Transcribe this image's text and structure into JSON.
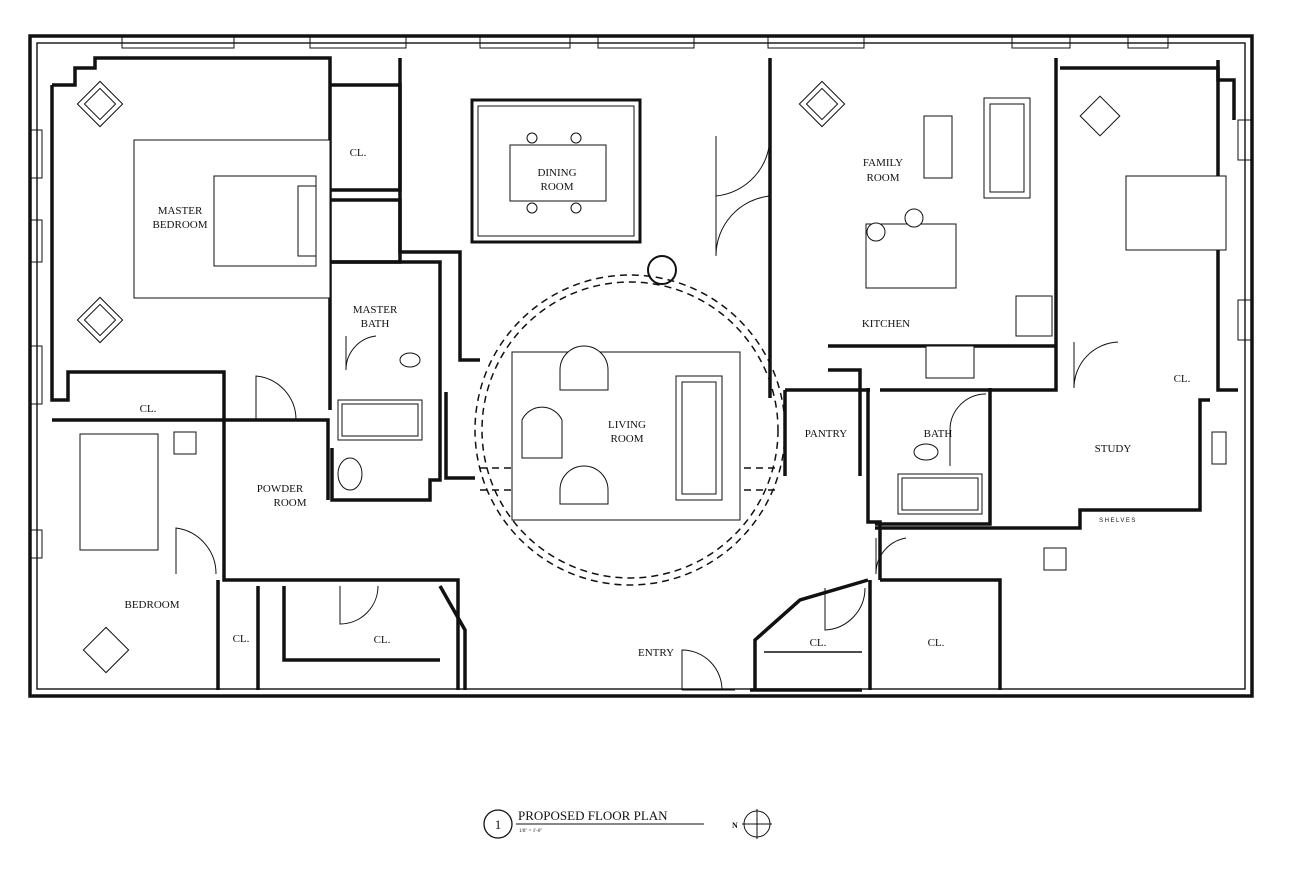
{
  "rooms": {
    "master_bedroom": [
      "MASTER",
      "BEDROOM"
    ],
    "dining_room": [
      "DINING",
      "ROOM"
    ],
    "family_room": [
      "FAMILY",
      "ROOM"
    ],
    "kitchen": "KITCHEN",
    "master_bath": [
      "MASTER",
      "BATH"
    ],
    "living_room": [
      "LIVING",
      "ROOM"
    ],
    "pantry": "PANTRY",
    "bath": "BATH",
    "study": "STUDY",
    "shelves": "SHELVES",
    "powder_room": [
      "POWDER",
      "ROOM"
    ],
    "bedroom": "BEDROOM",
    "entry": "ENTRY",
    "closet": "CL."
  },
  "title_block": {
    "number": "1",
    "title": "PROPOSED FLOOR PLAN",
    "scale": "1/8\" = 1'-0\"",
    "north": "N"
  }
}
